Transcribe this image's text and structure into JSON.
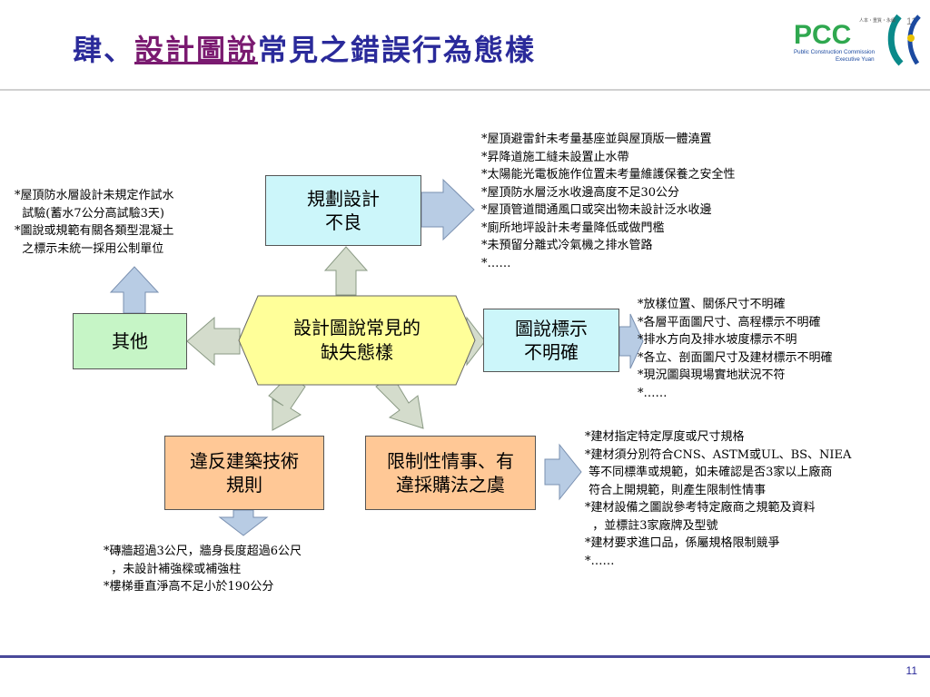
{
  "slide": {
    "title_prefix": "肆、",
    "title_highlight": "設計圖說",
    "title_suffix": "常見之錯誤行為態樣",
    "page_number": "11",
    "corner_number": "11"
  },
  "logo": {
    "text": "PCC",
    "line1": "Public Construction Commission",
    "line2": "Executive Yuan",
    "tagline": "人本・重質・永續",
    "colors": {
      "green": "#2fa84f",
      "teal": "#0a8a8a",
      "yellow": "#e8c000",
      "blue": "#1c4aa0"
    }
  },
  "diagram": {
    "center": "設計圖說常見的\n缺失態樣",
    "nodes": {
      "planning": "規劃設計\n不良",
      "other": "其他",
      "labeling": "圖說標示\n不明確",
      "violation": "違反建築技術\n規則",
      "restrictive": "限制性情事、有\n違採購法之虞"
    },
    "notes": {
      "planning": [
        "*屋頂避雷針未考量基座並與屋頂版一體澆置",
        "*昇降道施工縫未設置止水帶",
        "*太陽能光電板施作位置未考量維護保養之安全性",
        "*屋頂防水層泛水收邊高度不足30公分",
        "*屋頂管道間通風口或突出物未設計泛水收邊",
        "*廁所地坪設計未考量降低或做門檻",
        "*未預留分離式冷氣機之排水管路",
        "*……"
      ],
      "other": [
        "*屋頂防水層設計未規定作試水",
        "  試驗(蓄水7公分高試驗3天)",
        "*圖說或規範有關各類型混凝土",
        "  之標示未統一採用公制單位"
      ],
      "labeling": [
        "*放樣位置、關係尺寸不明確",
        "*各層平面圖尺寸、高程標示不明確",
        "*排水方向及排水坡度標示不明",
        "*各立、剖面圖尺寸及建材標示不明確",
        "*現況圖與現場實地狀況不符",
        "*……"
      ],
      "restrictive": [
        "*建材指定特定厚度或尺寸規格",
        "*建材須分別符合CNS、ASTM或UL、BS、NIEA",
        " 等不同標準或規範，如未確認是否3家以上廠商",
        " 符合上開規範，則產生限制性情事",
        "*建材設備之圖說參考特定廠商之規範及資料",
        "  ，並標註3家廠牌及型號",
        "*建材要求進口品，係屬規格限制競爭",
        "*……"
      ],
      "violation": [
        "*磚牆超過3公尺，牆身長度超過6公尺",
        "  ，未設計補強樑或補強柱",
        "*樓梯垂直淨高不足小於190公分"
      ]
    },
    "colors": {
      "center_fill": "#ffff99",
      "cyan_fill": "#ccf6fa",
      "green_fill": "#c6f5c6",
      "orange_fill": "#ffc896",
      "arrow_gray": "#d4dccc",
      "arrow_blue": "#b8cce4"
    }
  }
}
